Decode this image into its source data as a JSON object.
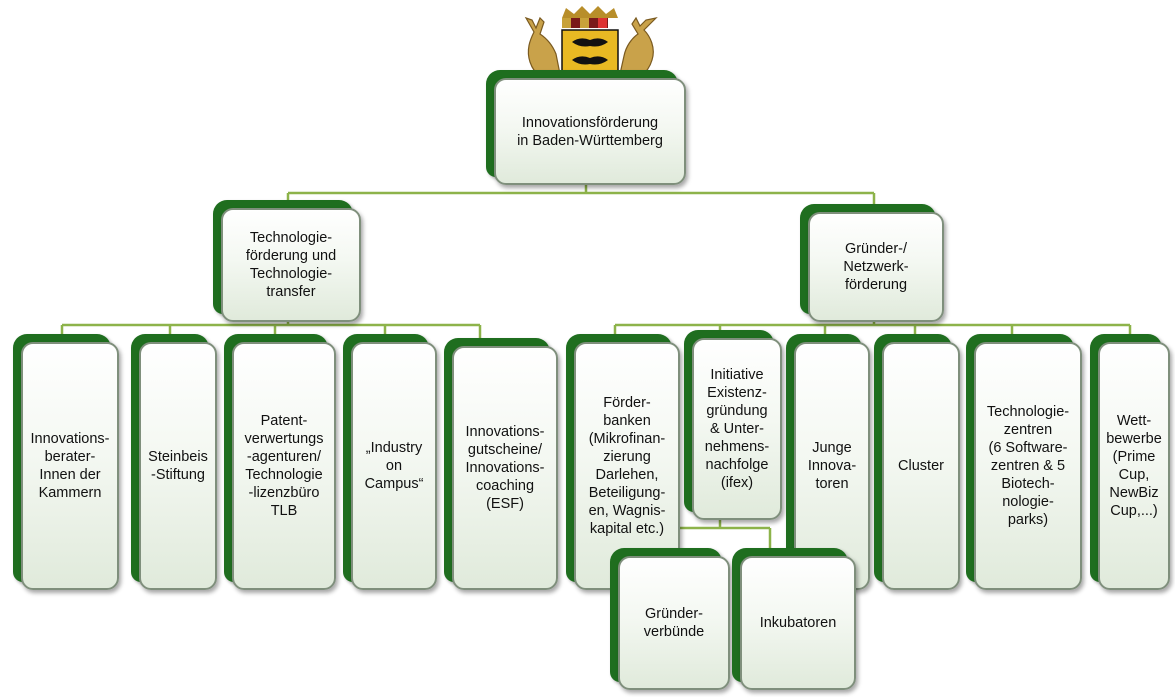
{
  "colors": {
    "dark_green": "#1f6e1f",
    "connector": "#8db34a",
    "box_border": "#7f8f7c"
  },
  "crest": {
    "name": "coat-of-arms-baden-wuerttemberg"
  },
  "root": {
    "label": "Innovationsförderung\nin Baden-Württemberg"
  },
  "level1": [
    {
      "label": "Technologie-\nförderung und\nTechnologie-\ntransfer"
    },
    {
      "label": "Gründer-/\nNetzwerk-\nförderung"
    }
  ],
  "tech_children": [
    {
      "label": "Innovations-\nberater-\nInnen der\nKammern"
    },
    {
      "label": "Steinbeis\n-Stiftung"
    },
    {
      "label": "Patent-\nverwertungs\n-agenturen/\nTechnologie\n-lizenzbüro\nTLB"
    },
    {
      "label": "„Industry\non\nCampus“"
    },
    {
      "label": "Innovations-\ngutscheine/\nInnovations-\ncoaching\n(ESF)"
    }
  ],
  "founder_children": [
    {
      "label": "Förder-\nbanken\n(Mikrofinan-\nzierung\nDarlehen,\nBeteiligung-\nen, Wagnis-\nkapital etc.)"
    },
    {
      "label": "Initiative\nExistenz-\ngründung\n& Unter-\nnehmens-\nnachfolge\n(ifex)"
    },
    {
      "label": "Junge\nInnova-\ntoren"
    },
    {
      "label": "Cluster"
    },
    {
      "label": "Technologie-\nzentren\n(6 Software-\nzentren & 5\nBiotech-\nnologie-\nparks)"
    },
    {
      "label": "Wett-\nbewerbe\n(Prime\nCup,\nNewBiz\nCup,...)"
    }
  ],
  "ifex_children": [
    {
      "label": "Gründer-\nverbünde"
    },
    {
      "label": "Inkubatoren"
    }
  ]
}
